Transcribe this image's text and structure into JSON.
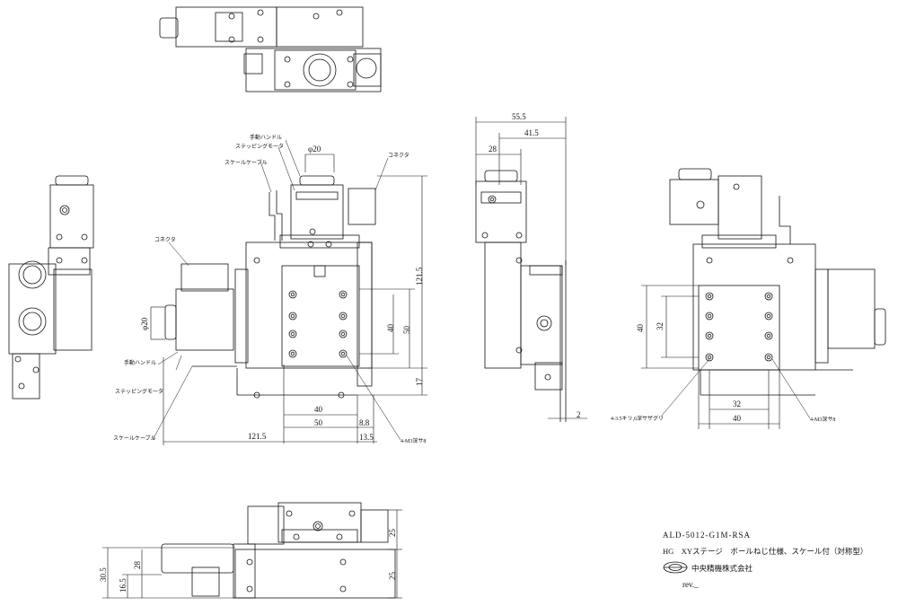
{
  "title_block": {
    "model": "ALD-5012-G1M-RSA",
    "description": "HG　XYステージ　ボールねじ仕様、スケール付（対称型）",
    "company": "中央精機株式会社",
    "rev": "rev._"
  },
  "labels": {
    "hand_handle": "手動ハンドル",
    "stepping_motor": "ステッピングモータ",
    "scale_cable": "スケールケーブル",
    "connector": "コネクタ",
    "hand_handle_2": "手動ハンドル",
    "stepping_motor_2": "ステッピングモータ",
    "scale_cable_2": "スケールケーブル",
    "connector_2": "コネクタ",
    "tap_m3": "4-M3深サ8",
    "tap_m3_r": "4-M3深サ8",
    "cbore": "4-3.5キリ,6深サザグリ"
  },
  "dims": {
    "phi20_top": "φ20",
    "phi20_left": "φ20",
    "d1215_v": "121.5",
    "d50_v": "50",
    "d40_v": "40",
    "d17_v": "17",
    "d40_h": "40",
    "d50_h": "50",
    "d88": "8.8",
    "d1215_h": "121.5",
    "d135": "13.5",
    "d555": "55.5",
    "d415": "41.5",
    "d28": "28",
    "d2": "2",
    "d40_rv": "40",
    "d32_rv": "32",
    "d32_rh": "32",
    "d40_rh": "40",
    "d305": "30.5",
    "d28_b": "28",
    "d165": "16.5",
    "d25_a": "25",
    "d25_b": "25"
  }
}
